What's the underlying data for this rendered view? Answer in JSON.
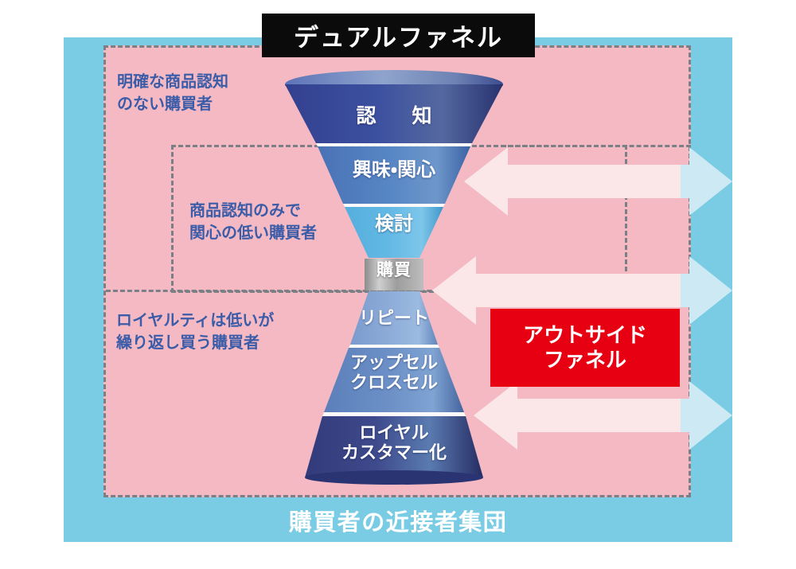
{
  "title": {
    "label": "デュアルファネル"
  },
  "bottom_caption": {
    "label": "購買者の近接者集団"
  },
  "annotations": [
    {
      "id": "no-clear-awareness",
      "text": "明確な商品認知\nのない購買者"
    },
    {
      "id": "awareness-only-low-interest",
      "text": "商品認知のみで\n関心の低い購買者"
    },
    {
      "id": "low-loyalty-repeat-buyer",
      "text": "ロイヤルティは低いが\n繰り返し買う購買者"
    }
  ],
  "badge": {
    "line1": "アウトサイド",
    "line2": "ファネル"
  },
  "funnel": {
    "stages": [
      {
        "id": "awareness",
        "label": "認　知",
        "color": "#2b3f8f"
      },
      {
        "id": "interest",
        "label": "興味・関心",
        "color": "#3e6cb5"
      },
      {
        "id": "consider",
        "label": "検討",
        "color": "#4fa8dc"
      },
      {
        "id": "purchase",
        "label": "購買",
        "color": "#9a9a9a"
      },
      {
        "id": "repeat",
        "label": "リピート",
        "color": "#7d9fd0"
      },
      {
        "id": "upsell",
        "label": "アップセル\nクロスセル",
        "color": "#5f83bd"
      },
      {
        "id": "loyal",
        "label": "ロイヤル\nカスタマー化",
        "color": "#2d3a7d"
      }
    ]
  },
  "arrows": [
    {
      "id": "arrow-interest",
      "direction": "bidirectional"
    },
    {
      "id": "arrow-purchase",
      "direction": "bidirectional"
    },
    {
      "id": "arrow-upsell",
      "direction": "bidirectional"
    }
  ],
  "colors": {
    "outer_band": "#79cce4",
    "inner_band": "#f4b9c2",
    "dash_border": "#7b7f86",
    "annotation_text": "#3b5ca8",
    "badge_bg": "#e60012",
    "title_bg": "#0b0b0b",
    "arrow_fill": "#fbe6e8",
    "arrow_fill_outer": "#cdeaf4"
  }
}
